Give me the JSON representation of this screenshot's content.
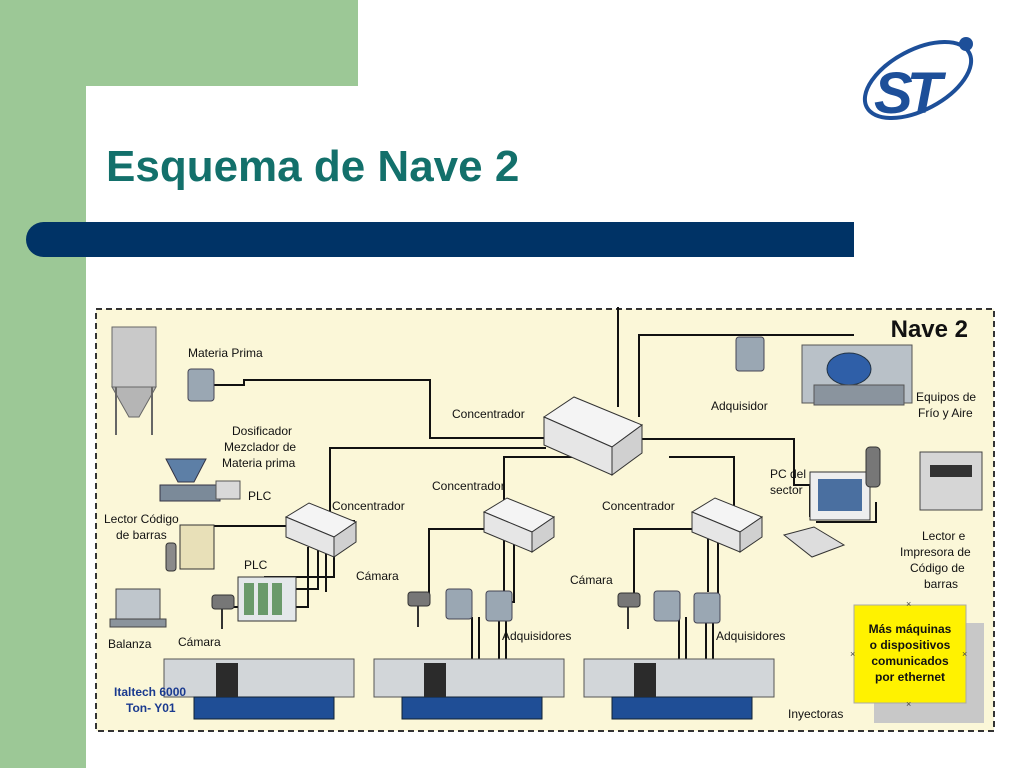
{
  "slide": {
    "title": "Esquema de Nave 2",
    "logo_text": "ST"
  },
  "diagram": {
    "heading": "Nave 2",
    "labels": {
      "materia_prima": "Materia Prima",
      "concentrador_top": "Concentrador",
      "adquisidor": "Adquisidor",
      "equipos_line1": "Equipos de",
      "equipos_line2": "Frío y Aire",
      "dosificador_line1": "Dosificador",
      "dosificador_line2": "Mezclador de",
      "dosificador_line3": "Materia prima",
      "plc_1": "PLC",
      "concentrador_left": "Concentrador",
      "concentrador_mid": "Concentrador",
      "concentrador_right": "Concentrador",
      "pc_line1": "PC del",
      "pc_line2": "sector",
      "lector_cod_line1": "Lector Código",
      "lector_cod_line2": "de barras",
      "plc_2": "PLC",
      "camara_1": "Cámara",
      "camara_2": "Cámara",
      "camara_3": "Cámara",
      "balanza": "Balanza",
      "adquisidores_1": "Adquisidores",
      "adquisidores_2": "Adquisidores",
      "lector_imp_line1": "Lector e",
      "lector_imp_line2": "Impresora de",
      "lector_imp_line3": "Código de",
      "lector_imp_line4": "barras",
      "mas_line1": "Más máquinas",
      "mas_line2": "o dispositivos",
      "mas_line3": "comunicados",
      "mas_line4": "por ethernet",
      "italtech_line1": "Italtech 6000",
      "italtech_line2": "Ton- Y01",
      "inyectoras": "Inyectoras"
    }
  },
  "colors": {
    "title": "#13706b",
    "bar": "#003366",
    "green": "#9cc896",
    "diagram_bg": "#fbf7d8",
    "yellow_box": "#fff200",
    "italtech_text": "#1a3a8f"
  }
}
